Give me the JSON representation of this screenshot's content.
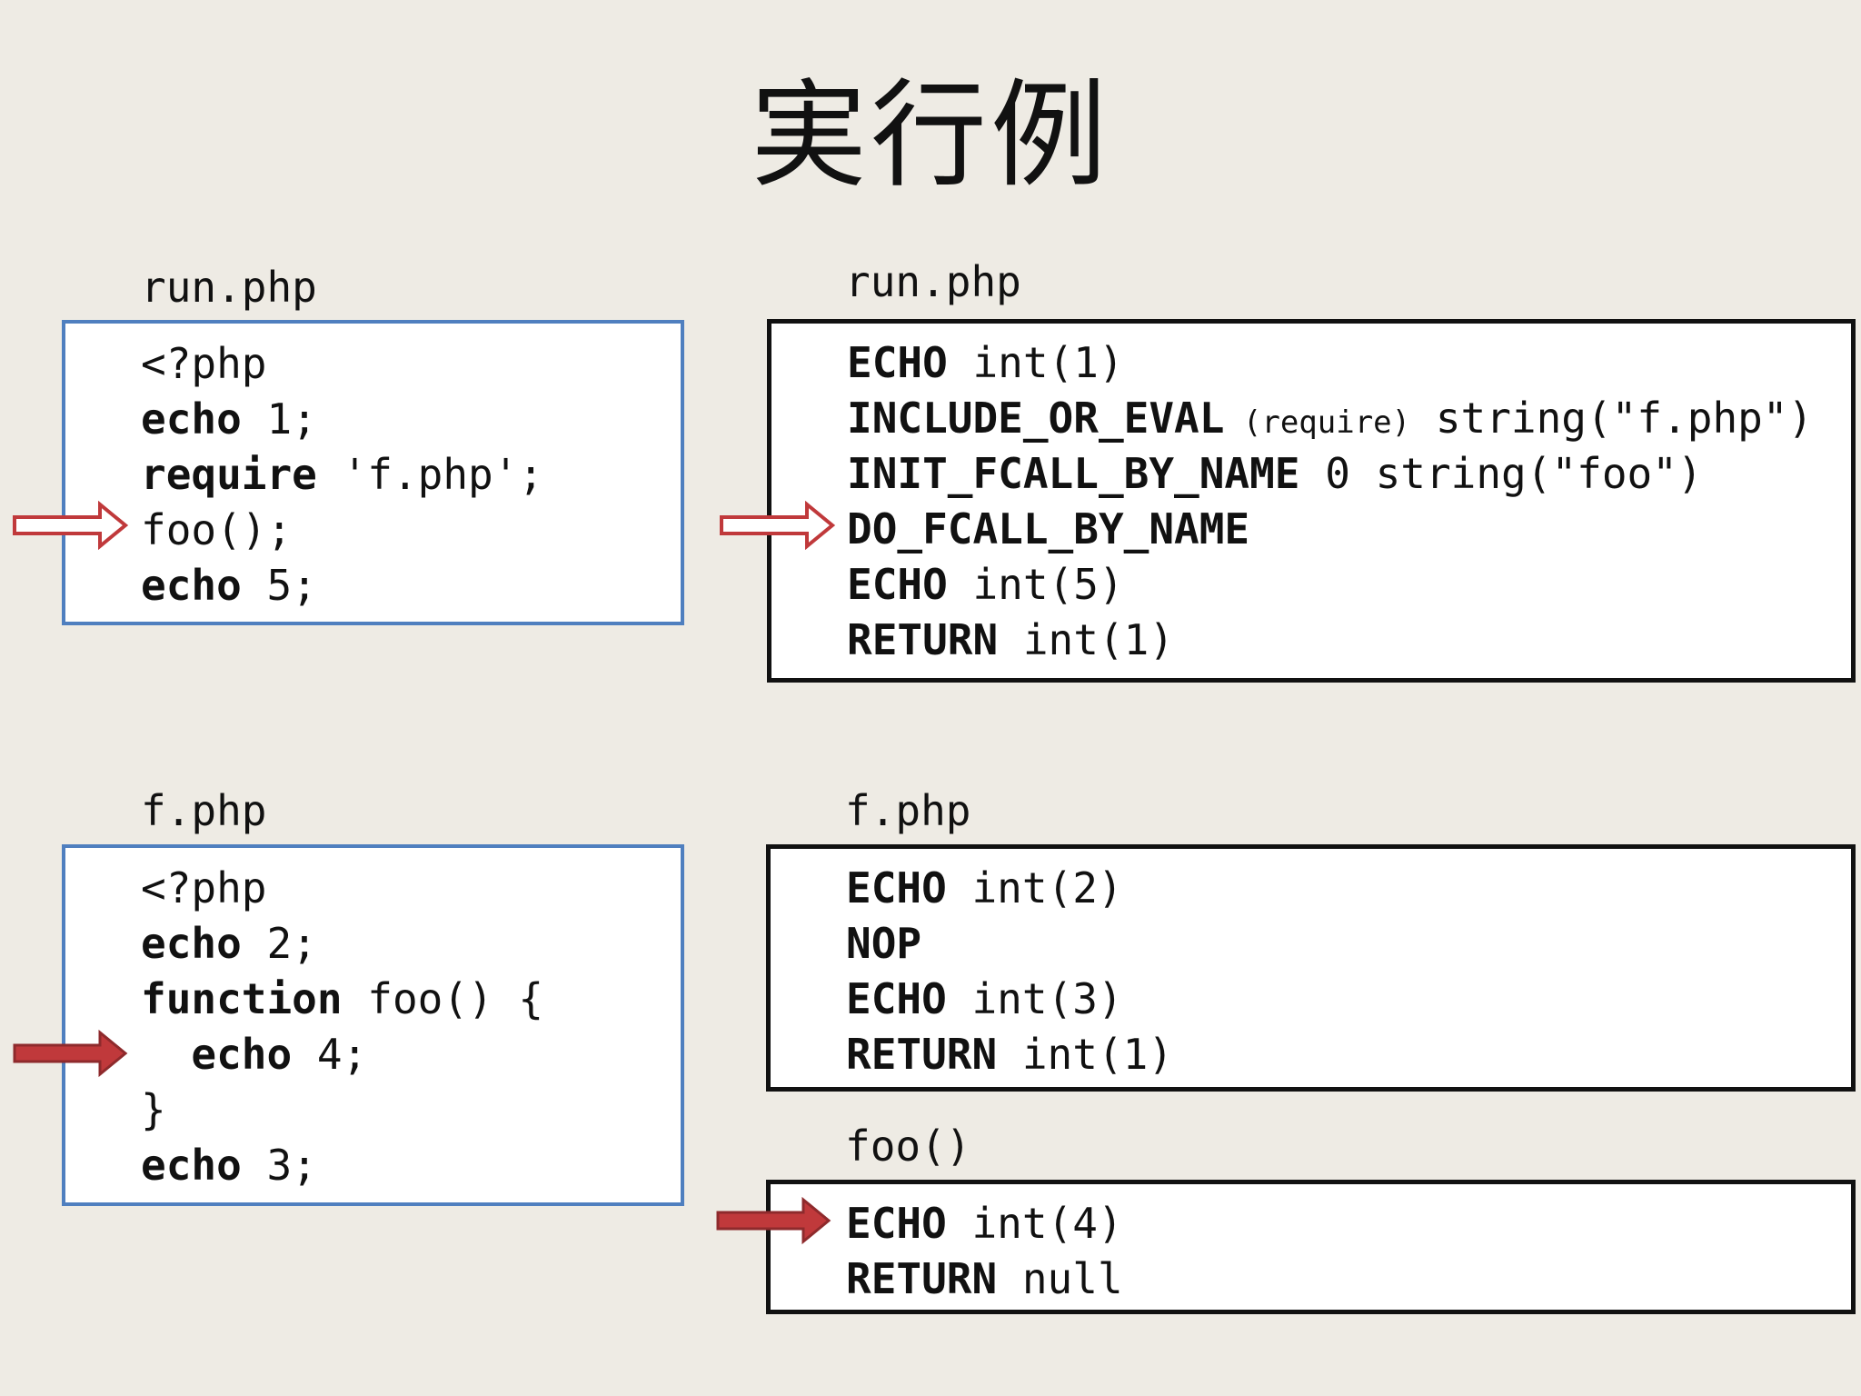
{
  "title": "実行例",
  "left": {
    "run": {
      "filename": "run.php",
      "lines": [
        {
          "kw": "",
          "rest": "<?php"
        },
        {
          "kw": "echo",
          "rest": " 1;"
        },
        {
          "kw": "require",
          "rest": " 'f.php';"
        },
        {
          "kw": "",
          "rest": "foo();"
        },
        {
          "kw": "echo",
          "rest": " 5;"
        }
      ]
    },
    "f": {
      "filename": "f.php",
      "lines": [
        {
          "kw": "",
          "rest": "<?php"
        },
        {
          "kw": "echo",
          "rest": " 2;"
        },
        {
          "kw": "function",
          "rest": " foo() {"
        },
        {
          "kw": "  echo",
          "rest": " 4;"
        },
        {
          "kw": "",
          "rest": "}"
        },
        {
          "kw": "echo",
          "rest": " 3;"
        }
      ]
    }
  },
  "right": {
    "run": {
      "filename": "run.php",
      "lines": [
        {
          "op": "ECHO",
          "arg": " int(1)"
        },
        {
          "op": "INCLUDE_OR_EVAL",
          "note": " (require)",
          "arg": " string(\"f.php\")"
        },
        {
          "op": "INIT_FCALL_BY_NAME",
          "arg": " 0 string(\"foo\")"
        },
        {
          "op": "DO_FCALL_BY_NAME",
          "arg": ""
        },
        {
          "op": "ECHO",
          "arg": " int(5)"
        },
        {
          "op": "RETURN",
          "arg": " int(1)"
        }
      ]
    },
    "f": {
      "filename": "f.php",
      "lines": [
        {
          "op": "ECHO",
          "arg": " int(2)"
        },
        {
          "op": "NOP",
          "arg": ""
        },
        {
          "op": "ECHO",
          "arg": " int(3)"
        },
        {
          "op": "RETURN",
          "arg": " int(1)"
        }
      ]
    },
    "foo": {
      "filename": "foo()",
      "lines": [
        {
          "op": "ECHO",
          "arg": " int(4)"
        },
        {
          "op": "RETURN",
          "arg": " null"
        }
      ]
    }
  },
  "colors": {
    "arrow_red": "#c0393b",
    "source_border": "#4f7fbf",
    "background": "#eeebe4"
  },
  "icons": {
    "outline_arrow": "outline-right-arrow-icon",
    "filled_arrow": "filled-right-arrow-icon"
  }
}
